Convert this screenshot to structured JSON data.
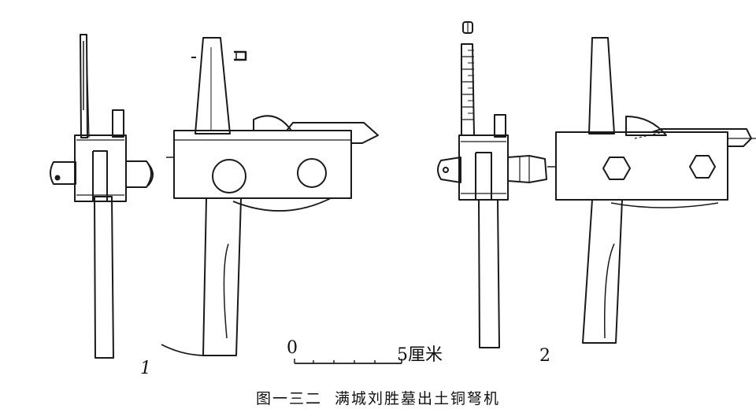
{
  "figure": {
    "caption": "图一三二  满城刘胜墓出土铜弩机",
    "labels": {
      "left": "1",
      "right": "2"
    },
    "scale_bar": {
      "zero": "0",
      "max": "5厘米"
    },
    "ink_color": "#1a1a1a",
    "paper_color": "#ffffff"
  }
}
